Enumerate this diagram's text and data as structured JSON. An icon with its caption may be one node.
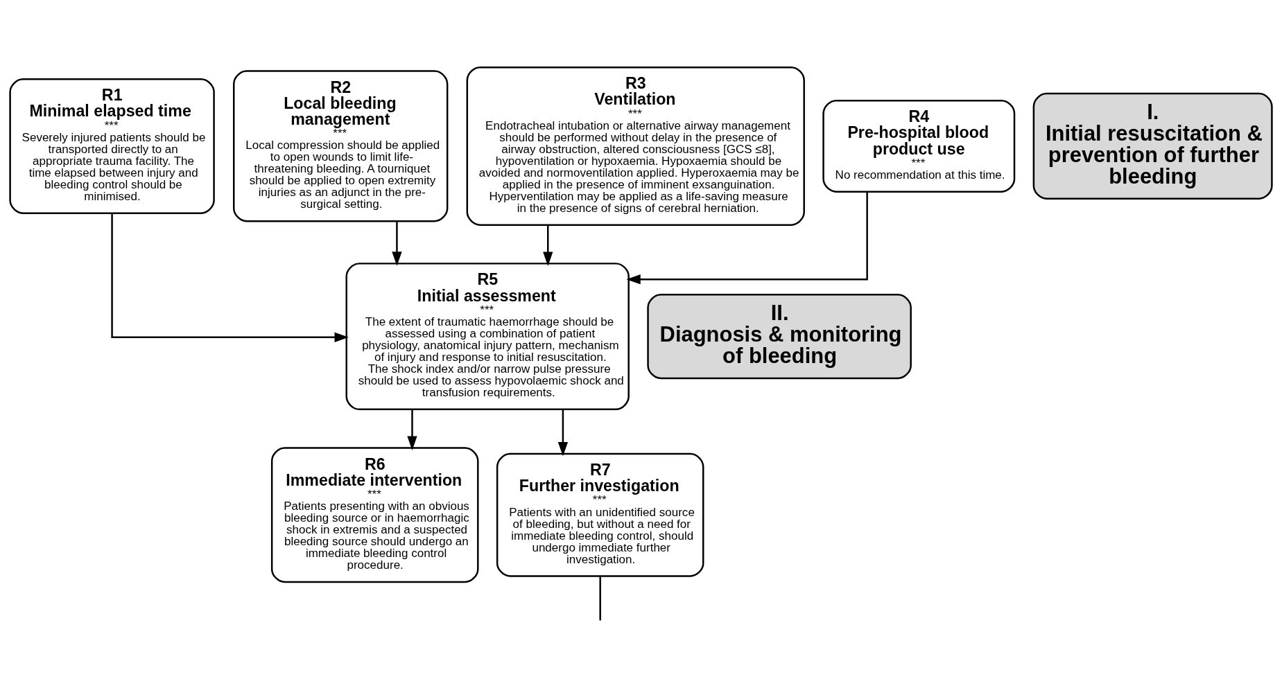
{
  "diagram": {
    "nodes": [
      {
        "text": [
          "R1",
          "Minimal elapsed time",
          "***",
          "Severely injured patients should be transported directly to an appropriate trauma facility. The time elapsed between injury and bleeding control should be minimised."
        ]
      },
      {
        "text": [
          "R2",
          "Local bleeding management",
          "***",
          "Local compression should be applied to open wounds to limit life-threatening bleeding. A tourniquet should be applied to open extremity injuries as an adjunct in the pre-surgical setting."
        ]
      },
      {
        "text": [
          "R3",
          "Ventilation",
          "***",
          "Endotracheal intubation or alternative airway management should be performed without delay in the presence of airway obstruction, altered consciousness [GCS ≤8], hypoventilation or hypoxaemia. Hypoxaemia should be avoided and normoventilation applied. Hyperoxaemia may be applied in the presence of imminent exsanguination. Hyperventilation may be applied as a life-saving measure in the presence of signs of cerebral herniation."
        ]
      },
      {
        "text": [
          "R4",
          "Pre-hospital blood product use",
          "***",
          "No recommendation at this time."
        ]
      },
      {
        "text": [
          "R5",
          "Initial assessment",
          "***",
          "The extent of traumatic haemorrhage should be assessed using a combination of patient physiology, anatomical injury pattern, mechanism of injury and response to initial resuscitation. The shock index and/or narrow pulse pressure should be used to assess hypovolaemic shock and transfusion requirements."
        ]
      },
      {
        "text": [
          "R6",
          "Immediate intervention",
          "***",
          "Patients presenting with an obvious bleeding source or in haemorrhagic shock in extremis and a suspected bleeding source should undergo an immediate bleeding control procedure."
        ]
      },
      {
        "text": [
          "R7",
          "Further investigation",
          "***",
          "Patients with an unidentified source of bleeding, but without a need for immediate bleeding control, should undergo immediate further investigation."
        ]
      },
      {
        "text": [
          "I.",
          "Initial resuscitation & prevention of further bleeding"
        ]
      },
      {
        "text": [
          "II.",
          "Diagnosis & monitoring of bleeding"
        ]
      }
    ],
    "edges": [
      {
        "from": 0,
        "to": 4,
        "arrow": "to"
      },
      {
        "from": 1,
        "to": 4,
        "arrow": "to"
      },
      {
        "from": 2,
        "to": 4,
        "arrow": "to"
      },
      {
        "from": 3,
        "to": 4,
        "arrow": "to"
      },
      {
        "from": 4,
        "to": 5,
        "arrow": "to"
      },
      {
        "from": 4,
        "to": 6,
        "arrow": "to"
      },
      {
        "from": 6,
        "to": null,
        "arrow": "none"
      }
    ]
  }
}
